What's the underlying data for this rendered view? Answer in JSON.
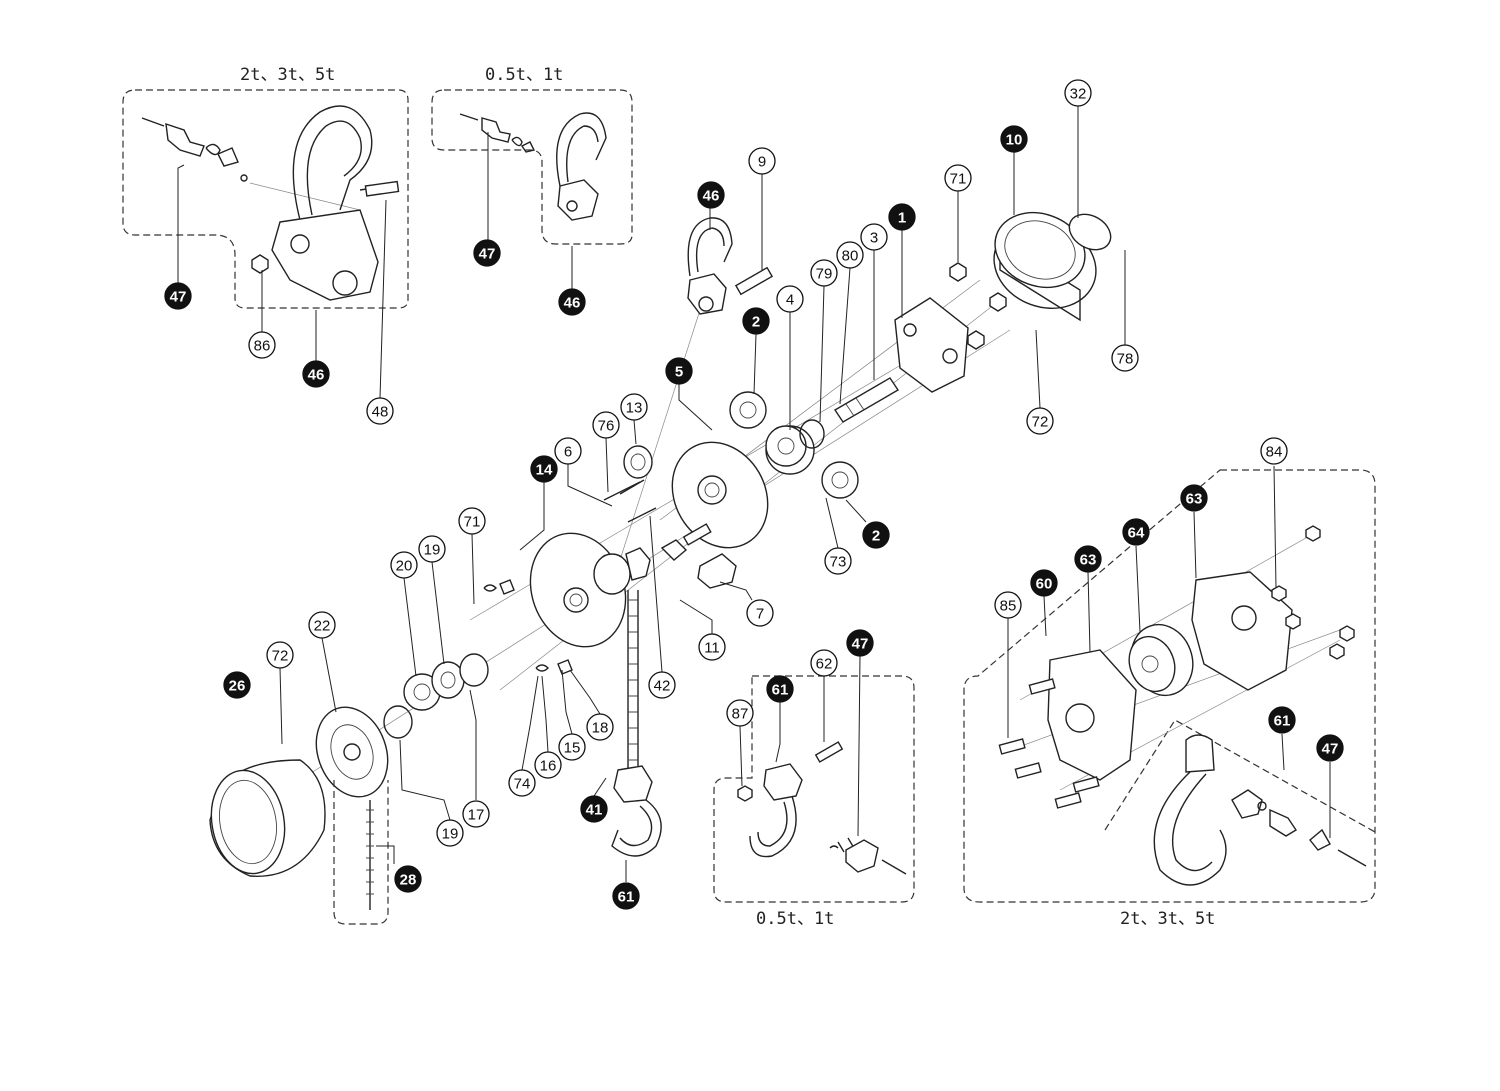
{
  "groups": {
    "top_left": "2t、3t、5t",
    "top_middle": "0.5t、1t",
    "bottom_middle": "0.5t、1t",
    "bottom_right": "2t、3t、5t"
  },
  "callouts": [
    {
      "id": "c47a",
      "text": "47",
      "filled": true
    },
    {
      "id": "c46a",
      "text": "46",
      "filled": true
    },
    {
      "id": "c86",
      "text": "86",
      "filled": false
    },
    {
      "id": "c48",
      "text": "48",
      "filled": false
    },
    {
      "id": "c47b",
      "text": "47",
      "filled": true
    },
    {
      "id": "c46b",
      "text": "46",
      "filled": true
    },
    {
      "id": "c46c",
      "text": "46",
      "filled": true
    },
    {
      "id": "c9",
      "text": "9",
      "filled": false
    },
    {
      "id": "c71a",
      "text": "71",
      "filled": false
    },
    {
      "id": "c10",
      "text": "10",
      "filled": true
    },
    {
      "id": "c32",
      "text": "32",
      "filled": false
    },
    {
      "id": "c1",
      "text": "1",
      "filled": true
    },
    {
      "id": "c3",
      "text": "3",
      "filled": false
    },
    {
      "id": "c80",
      "text": "80",
      "filled": false
    },
    {
      "id": "c79",
      "text": "79",
      "filled": false
    },
    {
      "id": "c4",
      "text": "4",
      "filled": false
    },
    {
      "id": "c2a",
      "text": "2",
      "filled": true
    },
    {
      "id": "c78",
      "text": "78",
      "filled": false
    },
    {
      "id": "c72a",
      "text": "72",
      "filled": false
    },
    {
      "id": "c5",
      "text": "5",
      "filled": true
    },
    {
      "id": "c13",
      "text": "13",
      "filled": false
    },
    {
      "id": "c76",
      "text": "76",
      "filled": false
    },
    {
      "id": "c6",
      "text": "6",
      "filled": false
    },
    {
      "id": "c14",
      "text": "14",
      "filled": true
    },
    {
      "id": "c2b",
      "text": "2",
      "filled": true
    },
    {
      "id": "c73",
      "text": "73",
      "filled": false
    },
    {
      "id": "c71b",
      "text": "71",
      "filled": false
    },
    {
      "id": "c19a",
      "text": "19",
      "filled": false
    },
    {
      "id": "c20",
      "text": "20",
      "filled": false
    },
    {
      "id": "c7",
      "text": "7",
      "filled": false
    },
    {
      "id": "c11",
      "text": "11",
      "filled": false
    },
    {
      "id": "c42",
      "text": "42",
      "filled": false
    },
    {
      "id": "c22",
      "text": "22",
      "filled": false
    },
    {
      "id": "c72b",
      "text": "72",
      "filled": false
    },
    {
      "id": "c26",
      "text": "26",
      "filled": true
    },
    {
      "id": "c18",
      "text": "18",
      "filled": false
    },
    {
      "id": "c15",
      "text": "15",
      "filled": false
    },
    {
      "id": "c16",
      "text": "16",
      "filled": false
    },
    {
      "id": "c74",
      "text": "74",
      "filled": false
    },
    {
      "id": "c17",
      "text": "17",
      "filled": false
    },
    {
      "id": "c19b",
      "text": "19",
      "filled": false
    },
    {
      "id": "c28",
      "text": "28",
      "filled": true
    },
    {
      "id": "c41",
      "text": "41",
      "filled": true
    },
    {
      "id": "c61a",
      "text": "61",
      "filled": true
    },
    {
      "id": "c87",
      "text": "87",
      "filled": false
    },
    {
      "id": "c61b",
      "text": "61",
      "filled": true
    },
    {
      "id": "c62",
      "text": "62",
      "filled": false
    },
    {
      "id": "c47c",
      "text": "47",
      "filled": true
    },
    {
      "id": "c84",
      "text": "84",
      "filled": false
    },
    {
      "id": "c63a",
      "text": "63",
      "filled": true
    },
    {
      "id": "c64",
      "text": "64",
      "filled": true
    },
    {
      "id": "c63b",
      "text": "63",
      "filled": true
    },
    {
      "id": "c60",
      "text": "60",
      "filled": true
    },
    {
      "id": "c85",
      "text": "85",
      "filled": false
    },
    {
      "id": "c61c",
      "text": "61",
      "filled": true
    },
    {
      "id": "c47d",
      "text": "47",
      "filled": true
    }
  ]
}
